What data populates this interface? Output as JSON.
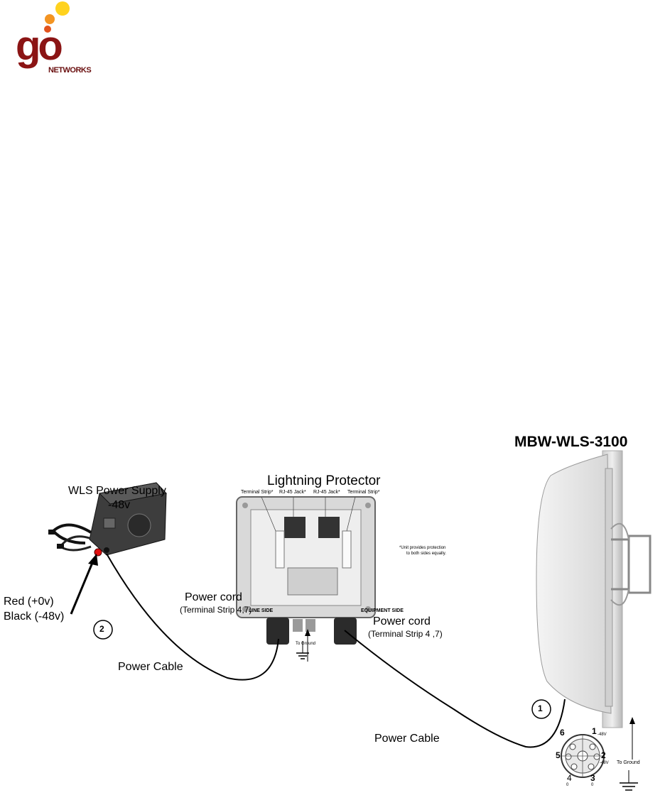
{
  "logo": {
    "brand": "go",
    "sub": "NETWORKS"
  },
  "diagram": {
    "model": "MBW-WLS-3100",
    "lightning_protector": "Lightning Protector",
    "power_supply": {
      "title": "WLS Power Supply",
      "voltage": "-48v"
    },
    "wires": {
      "red": "Red (+0v)",
      "black": "Black (-48v)"
    },
    "callouts": {
      "one": "1",
      "two": "2"
    },
    "power_cable_1": "Power Cable",
    "power_cable_2": "Power Cable",
    "power_cord_left": "Power cord",
    "terminal_left": "(Terminal Strip 4,7)",
    "power_cord_right": "Power cord",
    "terminal_right": "(Terminal Strip 4 ,7)",
    "line_side": "LINE SIDE",
    "equipment_side": "EQUIPMENT SIDE",
    "to_ground_small": "To Ground",
    "to_ground_big": "To Ground",
    "terminal_strip_a": "Terminal Strip*",
    "rj45_a": "RJ-45 Jack*",
    "rj45_b": "RJ-45 Jack*",
    "terminal_strip_b": "Terminal Strip*",
    "note_line1": "*Unit provides protection",
    "note_line2": "to both sides equally.",
    "pins": {
      "p1": "1",
      "p1v": "-48V",
      "p2": "2",
      "p2v": "-48V",
      "p3": "3",
      "p3v": "0",
      "p4": "4",
      "p4v": "0",
      "p5": "5",
      "p6": "6"
    }
  },
  "colors": {
    "brand_red": "#8b1414",
    "dot_yellow": "#ffd21e",
    "dot_orange": "#f39422",
    "dot_red": "#e2531d"
  }
}
